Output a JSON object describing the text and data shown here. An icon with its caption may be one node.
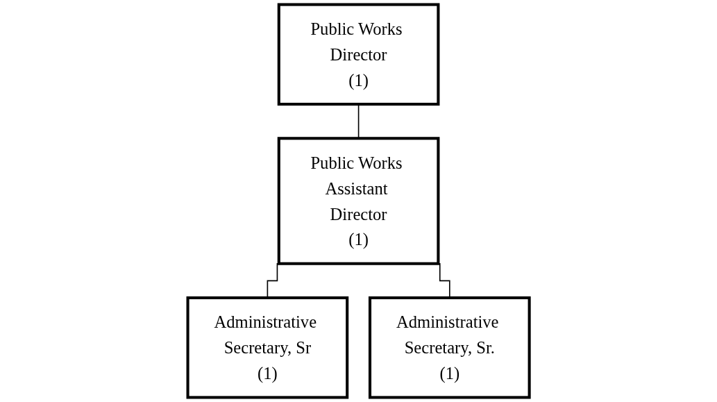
{
  "diagram": {
    "nodes": [
      {
        "text": [
          "Public Works Director",
          "(1)"
        ]
      },
      {
        "text": [
          "Public Works Assistant Director",
          "(1)"
        ]
      },
      {
        "text": [
          "Administrative Secretary, Sr",
          "(1)"
        ]
      },
      {
        "text": [
          "Administrative Secretary, Sr.",
          "(1)"
        ]
      }
    ],
    "edges": [
      {
        "from": 0,
        "to": 1,
        "arrow": "none"
      },
      {
        "from": 1,
        "to": 2,
        "arrow": "none"
      },
      {
        "from": 1,
        "to": 3,
        "arrow": "none"
      }
    ]
  }
}
